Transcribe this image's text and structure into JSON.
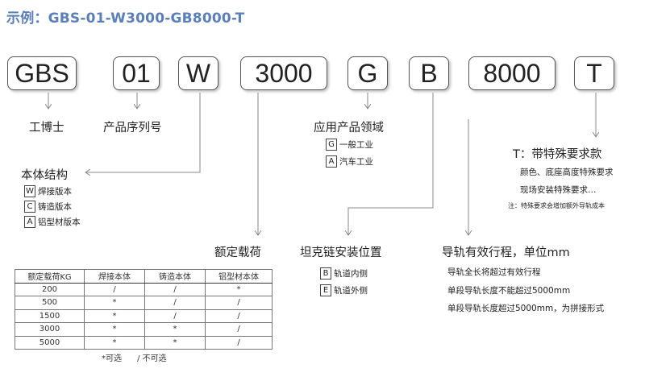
{
  "title": "示例：GBS-01-W3000-GB8000-T",
  "codes": [
    "GBS",
    "01",
    "W",
    "3000",
    "G",
    "B",
    "8000",
    "T"
  ],
  "labels": {
    "manufacturer": "工博士",
    "series": "产品序列号",
    "structure": "本体结构",
    "application": "应用产品领域",
    "rated_load": "额定载荷",
    "cable_chain": "坦克链安装位置",
    "stroke": "导轨有效行程，单位mm",
    "special": "T：带特殊要求款"
  },
  "structure_options": [
    {
      "key": "W",
      "label": "焊接版本"
    },
    {
      "key": "C",
      "label": "铸造版本"
    },
    {
      "key": "A",
      "label": "铝型材版本"
    }
  ],
  "application_options": [
    {
      "key": "G",
      "label": "一般工业"
    },
    {
      "key": "A",
      "label": "汽车工业"
    }
  ],
  "cable_chain_options": [
    {
      "key": "B",
      "label": "轨道内侧"
    },
    {
      "key": "E",
      "label": "轨道外侧"
    }
  ],
  "stroke_notes": [
    "导轨全长将超过有效行程",
    "单段导轨长度不能超过5000mm",
    "单段导轨长度超过5000mm，为拼接形式"
  ],
  "special_notes": [
    "颜色、底座高度特殊要求",
    "现场安装特殊要求…",
    "注：特殊要求会增加额外导轨成本"
  ],
  "table": {
    "headers": [
      "额定载荷KG",
      "焊接本体",
      "铸造本体",
      "铝型材本体"
    ],
    "rows": [
      [
        "200",
        "/",
        "/",
        "*"
      ],
      [
        "500",
        "*",
        "/",
        "/"
      ],
      [
        "1500",
        "*",
        "/",
        "/"
      ],
      [
        "3000",
        "*",
        "*",
        "/"
      ],
      [
        "5000",
        "*",
        "*",
        "/"
      ]
    ],
    "legend": "*可选      / 不可选"
  }
}
